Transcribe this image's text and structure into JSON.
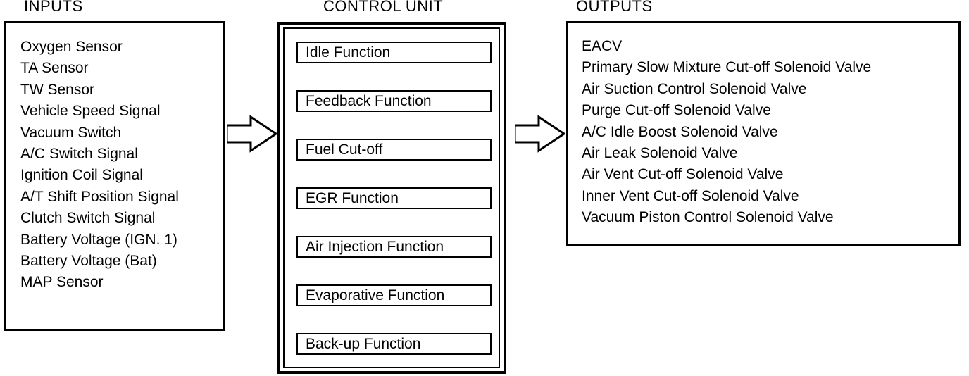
{
  "diagram": {
    "title_inputs": "INPUTS",
    "title_control": "CONTROL UNIT",
    "title_outputs": "OUTPUTS"
  },
  "inputs": {
    "label": "INPUTS",
    "items": [
      "Oxygen Sensor",
      "TA Sensor",
      "TW Sensor",
      "Vehicle Speed Signal",
      "Vacuum Switch",
      "A/C Switch Signal",
      "Ignition Coil Signal",
      "A/T Shift Position Signal",
      "Clutch Switch Signal",
      "Battery Voltage (IGN. 1)",
      "Battery Voltage (Bat)",
      "MAP Sensor"
    ]
  },
  "control_unit": {
    "label": "CONTROL UNIT",
    "functions": [
      "Idle Function",
      "Feedback Function",
      "Fuel Cut-off",
      "EGR Function",
      "Air Injection Function",
      "Evaporative Function",
      "Back-up Function"
    ]
  },
  "outputs": {
    "label": "OUTPUTS",
    "items": [
      "EACV",
      "Primary Slow Mixture Cut-off Solenoid Valve",
      "Air Suction Control Solenoid Valve",
      "Purge Cut-off Solenoid Valve",
      "A/C Idle Boost Solenoid Valve",
      "Air Leak Solenoid Valve",
      "Air Vent Cut-off Solenoid Valve",
      "Inner Vent Cut-off Solenoid Valve",
      "Vacuum Piston Control Solenoid Valve"
    ]
  },
  "arrows": [
    {
      "name": "inputs-to-control-arrow",
      "direction": "right"
    },
    {
      "name": "control-to-outputs-arrow",
      "direction": "right"
    }
  ],
  "colors": {
    "stroke": "#000000",
    "background": "#ffffff"
  }
}
